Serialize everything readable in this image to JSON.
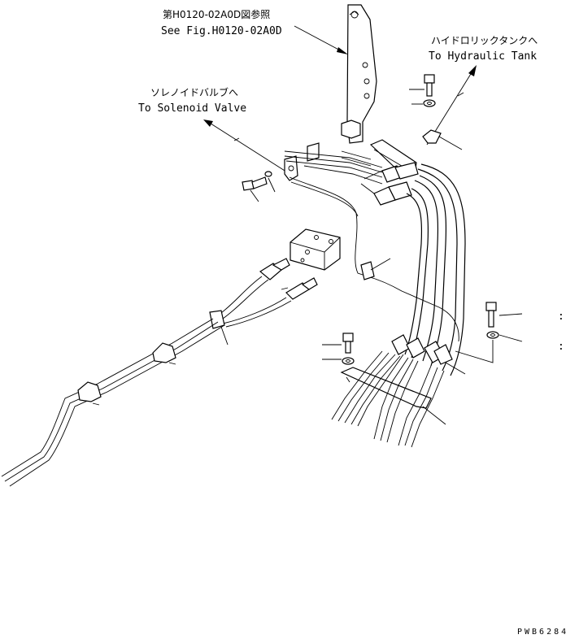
{
  "callouts": {
    "fig_ref": {
      "jp": "第H0120-02A0D図参照",
      "en": "See Fig.H0120-02A0D"
    },
    "hydraulic_tank": {
      "jp": "ハイドロリックタンクへ",
      "en": "To Hydraulic Tank"
    },
    "solenoid_valve": {
      "jp": "ソレノイドバルブへ",
      "en": "To Solenoid Valve"
    }
  },
  "drawing_code": "PWB6284",
  "marks": {
    "colon_1": ":",
    "colon_2": ":"
  }
}
